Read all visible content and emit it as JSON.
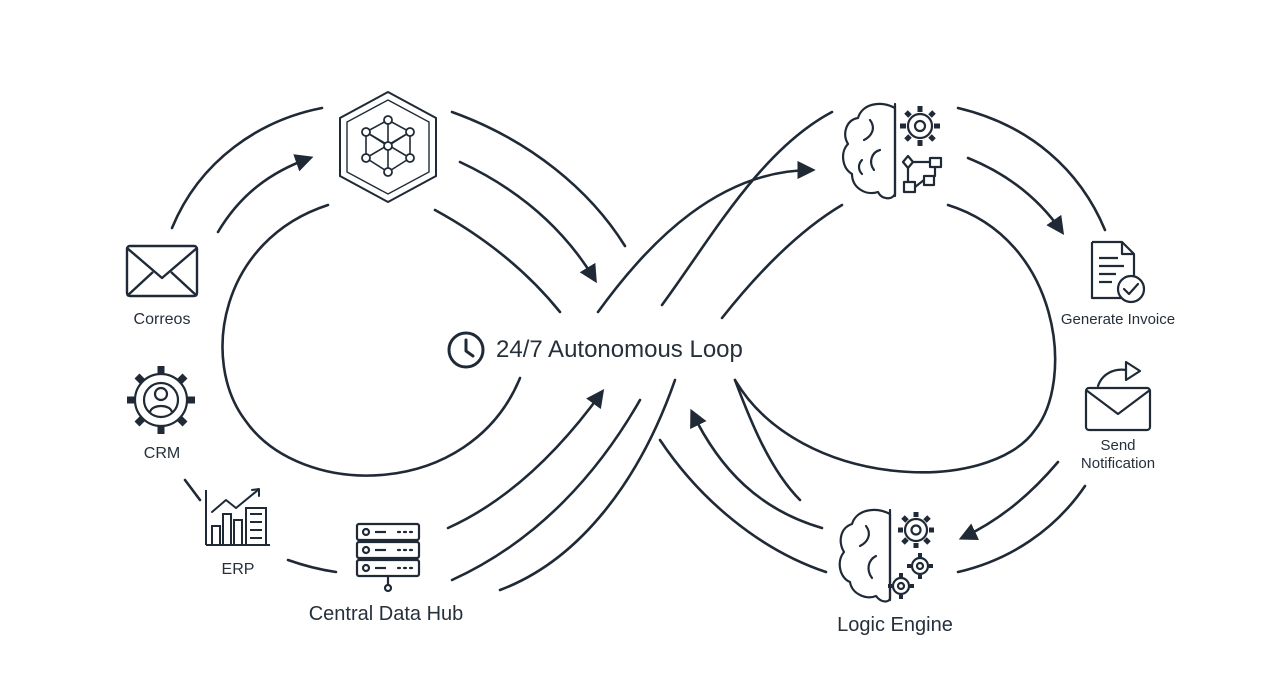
{
  "center": {
    "title": "24/7 Autonomous Loop",
    "icon": "clock-icon"
  },
  "nodes": {
    "correos": {
      "label": "Correos",
      "icon": "envelope-icon"
    },
    "crm": {
      "label": "CRM",
      "icon": "gear-user-icon"
    },
    "erp": {
      "label": "ERP",
      "icon": "building-chart-icon"
    },
    "hub": {
      "label": "Central Data Hub",
      "icon": "server-icon"
    },
    "ai": {
      "label": "",
      "icon": "neural-network-icon"
    },
    "brain_top": {
      "label": "",
      "icon": "brain-flowchart-icon"
    },
    "invoice": {
      "label": "Generate Invoice",
      "icon": "invoice-check-icon"
    },
    "notify": {
      "label_line1": "Send",
      "label_line2": "Notification",
      "icon": "send-mail-icon"
    },
    "logic": {
      "label": "Logic Engine",
      "icon": "brain-gears-icon"
    }
  },
  "colors": {
    "stroke": "#1f2a36",
    "text": "#26303b",
    "background": "#ffffff"
  }
}
